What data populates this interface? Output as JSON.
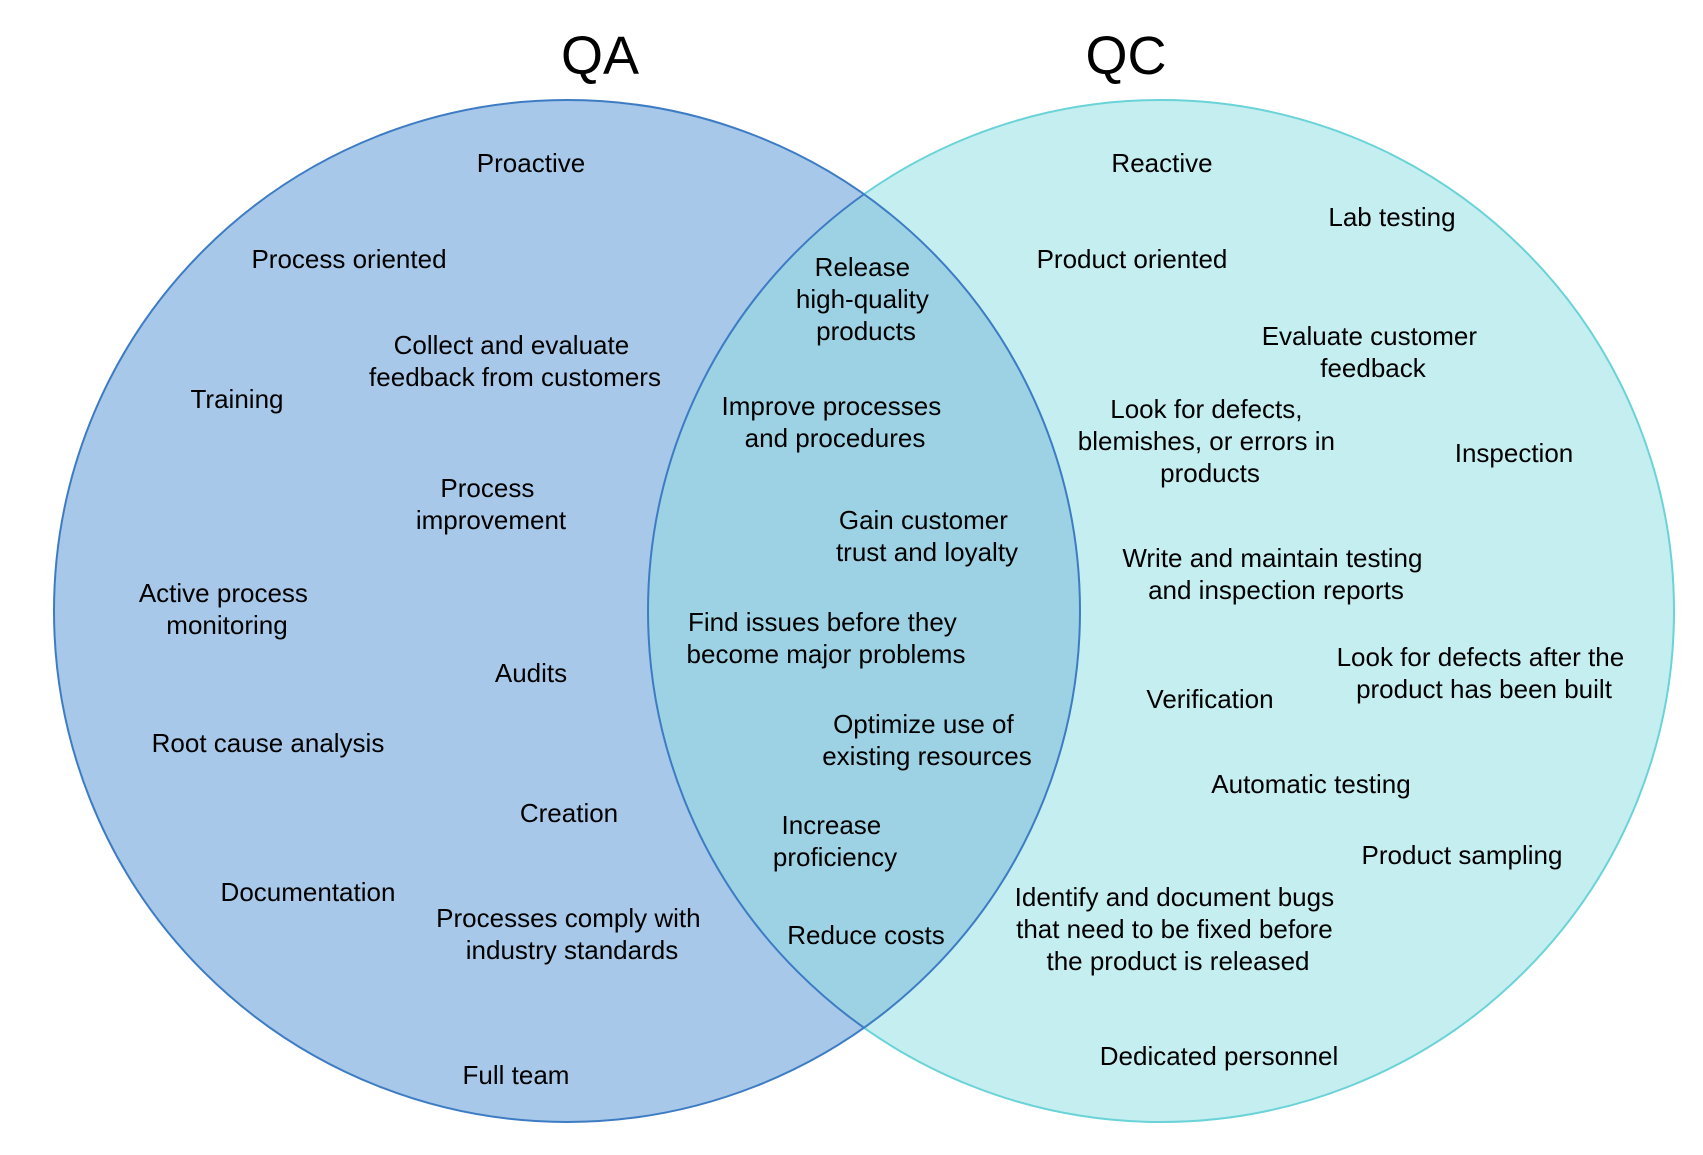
{
  "colors": {
    "qa_fill": "#a7c8e8",
    "qa_stroke": "#3d7cc4",
    "qc_fill": "#c5eef0",
    "qc_stroke": "#6ad3d8",
    "overlap_fill": "#9cd2e3"
  },
  "sets": {
    "qa_title": "QA",
    "qc_title": "QC"
  },
  "qa_only": {
    "proactive": [
      "Proactive"
    ],
    "process_oriented": [
      "Process oriented"
    ],
    "collect_feedback": [
      "Collect and evaluate",
      "feedback from customers"
    ],
    "training": [
      "Training"
    ],
    "process_improvement": [
      "Process",
      "improvement"
    ],
    "active_monitoring": [
      "Active process",
      "monitoring"
    ],
    "audits": [
      "Audits"
    ],
    "root_cause": [
      "Root cause analysis"
    ],
    "creation": [
      "Creation"
    ],
    "documentation": [
      "Documentation"
    ],
    "comply_standards": [
      "Processes comply with",
      "industry standards"
    ],
    "full_team": [
      "Full team"
    ]
  },
  "shared": {
    "release": [
      "Release",
      "high-quality",
      "products"
    ],
    "improve_processes": [
      "Improve processes",
      "and procedures"
    ],
    "customer_trust": [
      "Gain customer",
      "trust and loyalty"
    ],
    "find_issues": [
      "Find issues before they",
      "become major problems"
    ],
    "optimize_resources": [
      "Optimize use of",
      "existing resources"
    ],
    "increase_proficiency": [
      "Increase",
      "proficiency"
    ],
    "reduce_costs": [
      "Reduce costs"
    ]
  },
  "qc_only": {
    "reactive": [
      "Reactive"
    ],
    "lab_testing": [
      "Lab testing"
    ],
    "product_oriented": [
      "Product oriented"
    ],
    "evaluate_feedback": [
      "Evaluate customer",
      "feedback"
    ],
    "look_for_defects": [
      "Look for defects,",
      "blemishes, or errors in",
      "products"
    ],
    "inspection": [
      "Inspection"
    ],
    "write_reports": [
      "Write and maintain testing",
      "and inspection reports"
    ],
    "defects_after_built": [
      "Look for defects after the",
      "product has been built"
    ],
    "verification": [
      "Verification"
    ],
    "automatic_testing": [
      "Automatic testing"
    ],
    "product_sampling": [
      "Product sampling"
    ],
    "identify_bugs": [
      "Identify and document bugs",
      "that need to be fixed before",
      "the product is released"
    ],
    "dedicated_personnel": [
      "Dedicated personnel"
    ]
  }
}
